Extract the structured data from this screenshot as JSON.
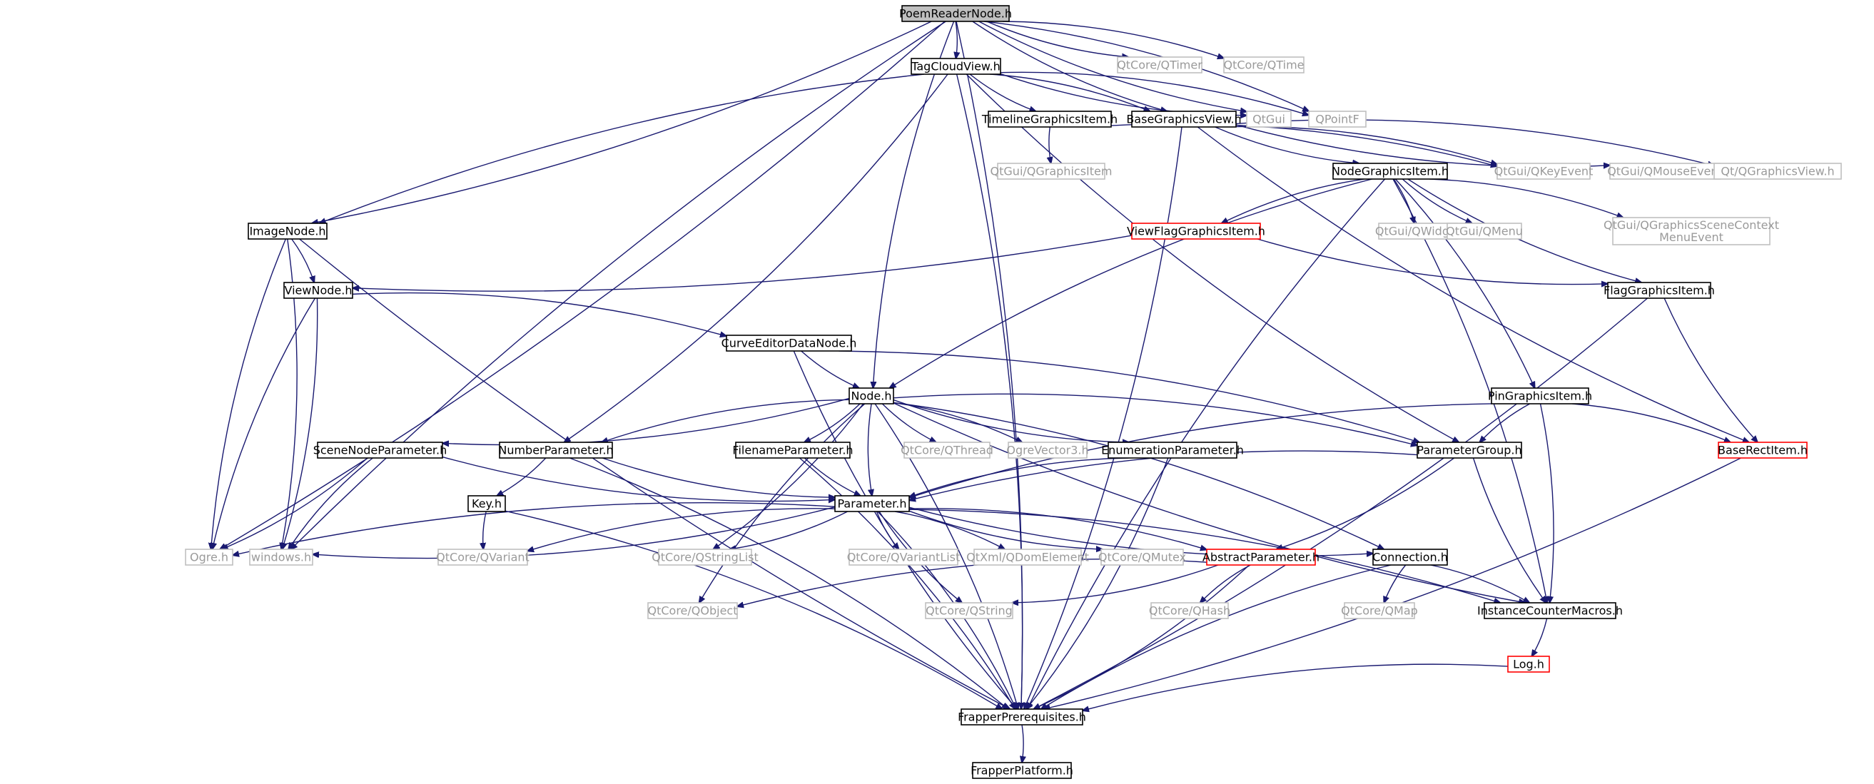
{
  "diagram": {
    "nodes": [
      {
        "id": "poem",
        "label": "PoemReaderNode.h",
        "style": "root"
      },
      {
        "id": "tagcloud",
        "label": "TagCloudView.h",
        "style": "black"
      },
      {
        "id": "qtimer",
        "label": "QtCore/QTimer",
        "style": "gray"
      },
      {
        "id": "qtime",
        "label": "QtCore/QTime",
        "style": "gray"
      },
      {
        "id": "qtgui",
        "label": "QtGui",
        "style": "gray"
      },
      {
        "id": "qpointf",
        "label": "QPointF",
        "style": "gray"
      },
      {
        "id": "timeline",
        "label": "TimelineGraphicsItem.h",
        "style": "black"
      },
      {
        "id": "basegv",
        "label": "BaseGraphicsView.h",
        "style": "black"
      },
      {
        "id": "qgi",
        "label": "QtGui/QGraphicsItem",
        "style": "gray"
      },
      {
        "id": "qkey",
        "label": "QtGui/QKeyEvent",
        "style": "gray"
      },
      {
        "id": "qmouse",
        "label": "QtGui/QMouseEvent",
        "style": "gray"
      },
      {
        "id": "qgv",
        "label": "Qt/QGraphicsView.h",
        "style": "gray"
      },
      {
        "id": "ngi",
        "label": "NodeGraphicsItem.h",
        "style": "black"
      },
      {
        "id": "image",
        "label": "ImageNode.h",
        "style": "black"
      },
      {
        "id": "vfgi",
        "label": "ViewFlagGraphicsItem.h",
        "style": "red"
      },
      {
        "id": "qwidget",
        "label": "QtGui/QWidget",
        "style": "gray"
      },
      {
        "id": "qmenu",
        "label": "QtGui/QMenu",
        "style": "gray"
      },
      {
        "id": "qgsce",
        "label": "QtGui/QGraphicsSceneContext\nMenuEvent",
        "style": "gray"
      },
      {
        "id": "view",
        "label": "ViewNode.h",
        "style": "black"
      },
      {
        "id": "fgi",
        "label": "FlagGraphicsItem.h",
        "style": "black"
      },
      {
        "id": "curve",
        "label": "CurveEditorDataNode.h",
        "style": "black"
      },
      {
        "id": "node",
        "label": "Node.h",
        "style": "black"
      },
      {
        "id": "pgi",
        "label": "PinGraphicsItem.h",
        "style": "black"
      },
      {
        "id": "snp",
        "label": "SceneNodeParameter.h",
        "style": "black"
      },
      {
        "id": "nump",
        "label": "NumberParameter.h",
        "style": "black"
      },
      {
        "id": "filep",
        "label": "FilenameParameter.h",
        "style": "black"
      },
      {
        "id": "qthread",
        "label": "QtCore/QThread",
        "style": "gray"
      },
      {
        "id": "ogrev3",
        "label": "OgreVector3.h",
        "style": "gray"
      },
      {
        "id": "enump",
        "label": "EnumerationParameter.h",
        "style": "black"
      },
      {
        "id": "pgroup",
        "label": "ParameterGroup.h",
        "style": "black"
      },
      {
        "id": "brect",
        "label": "BaseRectItem.h",
        "style": "red"
      },
      {
        "id": "key",
        "label": "Key.h",
        "style": "black"
      },
      {
        "id": "param",
        "label": "Parameter.h",
        "style": "black"
      },
      {
        "id": "ogre",
        "label": "Ogre.h",
        "style": "gray"
      },
      {
        "id": "windows",
        "label": "windows.h",
        "style": "gray"
      },
      {
        "id": "qvariant",
        "label": "QtCore/QVariant",
        "style": "gray"
      },
      {
        "id": "qsl",
        "label": "QtCore/QStringList",
        "style": "gray"
      },
      {
        "id": "qvl",
        "label": "QtCore/QVariantList",
        "style": "gray"
      },
      {
        "id": "qdom",
        "label": "QtXml/QDomElement",
        "style": "gray"
      },
      {
        "id": "qmutex",
        "label": "QtCore/QMutex",
        "style": "gray"
      },
      {
        "id": "absp",
        "label": "AbstractParameter.h",
        "style": "red"
      },
      {
        "id": "conn",
        "label": "Connection.h",
        "style": "black"
      },
      {
        "id": "qobject",
        "label": "QtCore/QObject",
        "style": "gray"
      },
      {
        "id": "qstring",
        "label": "QtCore/QString",
        "style": "gray"
      },
      {
        "id": "qhash",
        "label": "QtCore/QHash",
        "style": "gray"
      },
      {
        "id": "qmap",
        "label": "QtCore/QMap",
        "style": "gray"
      },
      {
        "id": "icm",
        "label": "InstanceCounterMacros.h",
        "style": "black"
      },
      {
        "id": "log",
        "label": "Log.h",
        "style": "red"
      },
      {
        "id": "fp",
        "label": "FrapperPrerequisites.h",
        "style": "black"
      },
      {
        "id": "fplat",
        "label": "FrapperPlatform.h",
        "style": "black"
      }
    ],
    "edges": [
      [
        "poem",
        "tagcloud"
      ],
      [
        "poem",
        "qtimer"
      ],
      [
        "poem",
        "qtime"
      ],
      [
        "poem",
        "qtgui"
      ],
      [
        "poem",
        "qpointf"
      ],
      [
        "poem",
        "basegv"
      ],
      [
        "poem",
        "image"
      ],
      [
        "poem",
        "node"
      ],
      [
        "poem",
        "ogre"
      ],
      [
        "poem",
        "windows"
      ],
      [
        "poem",
        "fp"
      ],
      [
        "tagcloud",
        "timeline"
      ],
      [
        "tagcloud",
        "basegv"
      ],
      [
        "tagcloud",
        "qtgui"
      ],
      [
        "tagcloud",
        "qpointf"
      ],
      [
        "tagcloud",
        "image"
      ],
      [
        "tagcloud",
        "nump"
      ],
      [
        "tagcloud",
        "pgroup"
      ],
      [
        "tagcloud",
        "fp"
      ],
      [
        "timeline",
        "qgi"
      ],
      [
        "timeline",
        "qkey"
      ],
      [
        "basegv",
        "ngi"
      ],
      [
        "basegv",
        "qkey"
      ],
      [
        "basegv",
        "qmouse"
      ],
      [
        "basegv",
        "qgv"
      ],
      [
        "basegv",
        "brect"
      ],
      [
        "basegv",
        "fp"
      ],
      [
        "ngi",
        "vfgi"
      ],
      [
        "ngi",
        "qwidget"
      ],
      [
        "ngi",
        "qmenu"
      ],
      [
        "ngi",
        "qgsce"
      ],
      [
        "ngi",
        "fgi"
      ],
      [
        "ngi",
        "pgi"
      ],
      [
        "ngi",
        "node"
      ],
      [
        "ngi",
        "icm"
      ],
      [
        "ngi",
        "fp"
      ],
      [
        "image",
        "view"
      ],
      [
        "image",
        "ogre"
      ],
      [
        "image",
        "windows"
      ],
      [
        "image",
        "fp"
      ],
      [
        "vfgi",
        "view"
      ],
      [
        "vfgi",
        "fgi"
      ],
      [
        "view",
        "curve"
      ],
      [
        "view",
        "ogre"
      ],
      [
        "view",
        "windows"
      ],
      [
        "fgi",
        "brect"
      ],
      [
        "fgi",
        "fp"
      ],
      [
        "curve",
        "node"
      ],
      [
        "curve",
        "pgroup"
      ],
      [
        "curve",
        "fp"
      ],
      [
        "node",
        "snp"
      ],
      [
        "node",
        "nump"
      ],
      [
        "node",
        "filep"
      ],
      [
        "node",
        "qthread"
      ],
      [
        "node",
        "ogrev3"
      ],
      [
        "node",
        "enump"
      ],
      [
        "node",
        "pgroup"
      ],
      [
        "node",
        "param"
      ],
      [
        "node",
        "qsl"
      ],
      [
        "node",
        "qobject"
      ],
      [
        "node",
        "conn"
      ],
      [
        "node",
        "icm"
      ],
      [
        "node",
        "fp"
      ],
      [
        "pgi",
        "pgroup"
      ],
      [
        "pgi",
        "brect"
      ],
      [
        "pgi",
        "param"
      ],
      [
        "pgi",
        "icm"
      ],
      [
        "snp",
        "param"
      ],
      [
        "snp",
        "ogre"
      ],
      [
        "snp",
        "windows"
      ],
      [
        "nump",
        "key"
      ],
      [
        "nump",
        "param"
      ],
      [
        "nump",
        "fp"
      ],
      [
        "filep",
        "param"
      ],
      [
        "filep",
        "fp"
      ],
      [
        "enump",
        "param"
      ],
      [
        "enump",
        "fp"
      ],
      [
        "pgroup",
        "param"
      ],
      [
        "pgroup",
        "absp"
      ],
      [
        "pgroup",
        "icm"
      ],
      [
        "brect",
        "fp"
      ],
      [
        "key",
        "qvariant"
      ],
      [
        "key",
        "fp"
      ],
      [
        "param",
        "ogre"
      ],
      [
        "param",
        "windows"
      ],
      [
        "param",
        "qvariant"
      ],
      [
        "param",
        "qsl"
      ],
      [
        "param",
        "qvl"
      ],
      [
        "param",
        "qdom"
      ],
      [
        "param",
        "qmutex"
      ],
      [
        "param",
        "absp"
      ],
      [
        "param",
        "conn"
      ],
      [
        "param",
        "icm"
      ],
      [
        "param",
        "qstring"
      ],
      [
        "param",
        "fp"
      ],
      [
        "absp",
        "qobject"
      ],
      [
        "absp",
        "qstring"
      ],
      [
        "absp",
        "qhash"
      ],
      [
        "absp",
        "fp"
      ],
      [
        "conn",
        "qmap"
      ],
      [
        "conn",
        "icm"
      ],
      [
        "conn",
        "fp"
      ],
      [
        "icm",
        "log"
      ],
      [
        "log",
        "fp"
      ],
      [
        "fp",
        "fplat"
      ]
    ]
  }
}
